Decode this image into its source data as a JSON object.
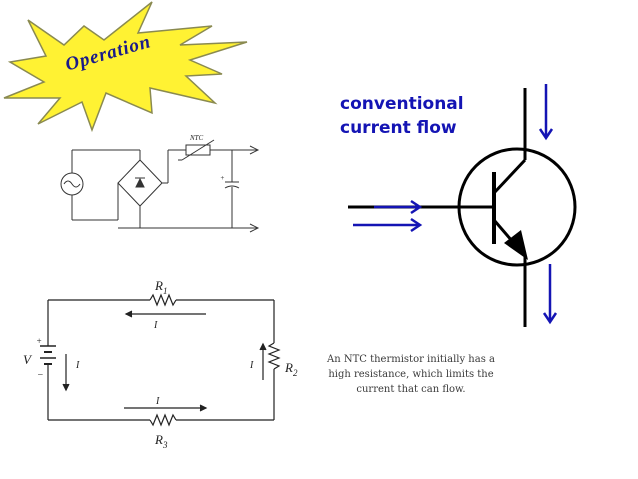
{
  "badge": {
    "label": "Operation",
    "burst_color": "#fff233",
    "text_color": "#1a1a8a"
  },
  "transistor": {
    "heading_line1": "conventional",
    "heading_line2": "current flow",
    "arrow_color": "#1414b4"
  },
  "rectifier": {
    "ntc_label": "NTC",
    "cap_plus": "+"
  },
  "series_circuit": {
    "r1": "R",
    "r1_sub": "1",
    "r2": "R",
    "r2_sub": "2",
    "r3": "R",
    "r3_sub": "3",
    "v": "V",
    "i": "I",
    "plus": "+",
    "minus": "−"
  },
  "caption": "An NTC thermistor initially has a high resistance, which limits the current that can flow."
}
